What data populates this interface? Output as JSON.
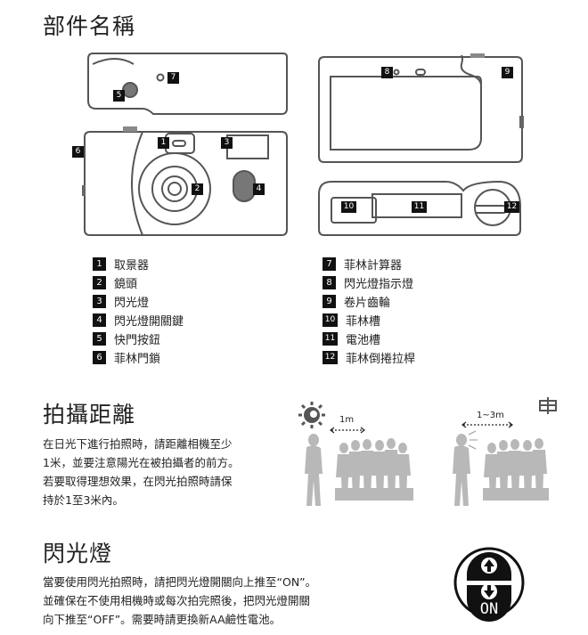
{
  "parts": {
    "title": "部件名稱",
    "callouts": [
      "1",
      "2",
      "3",
      "4",
      "5",
      "6",
      "7",
      "8",
      "9",
      "10",
      "11",
      "12"
    ],
    "legend": [
      {
        "n": "1",
        "label": "取景器"
      },
      {
        "n": "2",
        "label": "鏡頭"
      },
      {
        "n": "3",
        "label": "閃光燈"
      },
      {
        "n": "4",
        "label": "閃光燈開關鍵"
      },
      {
        "n": "5",
        "label": "快門按鈕"
      },
      {
        "n": "6",
        "label": "菲林門鎖"
      },
      {
        "n": "7",
        "label": "菲林計算器"
      },
      {
        "n": "8",
        "label": "閃光燈指示燈"
      },
      {
        "n": "9",
        "label": "卷片齒輪"
      },
      {
        "n": "10",
        "label": "菲林槽"
      },
      {
        "n": "11",
        "label": "電池槽"
      },
      {
        "n": "12",
        "label": "菲林倒捲拉桿"
      }
    ]
  },
  "distance": {
    "title": "拍攝距離",
    "lines": [
      "在日光下進行拍照時，請距離相機至少",
      "1米，並要注意陽光在被拍攝者的前方。",
      "若要取得理想效果，在閃光拍照時請保",
      "持於1至3米內。"
    ],
    "label_day": "1m",
    "label_flash": "1~3m"
  },
  "flash": {
    "title": "閃光燈",
    "lines": [
      "當要使用閃光拍照時，請把閃光燈開關向上推至“ON”。",
      "並確保在不使用相機時或每次拍完照後，把閃光燈開關",
      "向下推至“OFF”。需要時請更換新AA鹼性電池。"
    ],
    "switch_label": "ON"
  },
  "colors": {
    "ink": "#222222",
    "outline": "#555555",
    "figure": "#b8b8b8"
  }
}
